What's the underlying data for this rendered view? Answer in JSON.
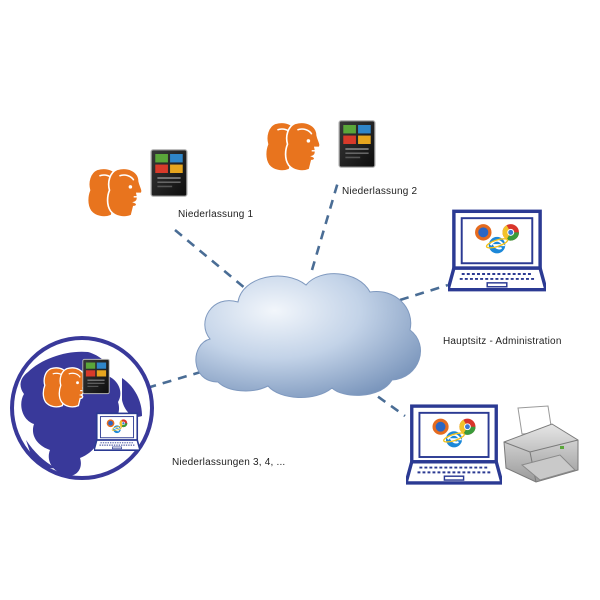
{
  "labels": {
    "branch_1": "Niederlassung 1",
    "branch_2": "Niederlassung 2",
    "headquarters": "Hauptsitz - Administration",
    "branches_more": "Niederlassungen 3, 4, ..."
  },
  "colors": {
    "connector": "#4a6d95",
    "person": "#e8741e",
    "laptop_frame": "#2b3a93",
    "globe": "#39399a",
    "cloud_light": "#eef3fa",
    "cloud_dark": "#7d97bd"
  },
  "icons": {
    "cloud": "cloud-icon",
    "people": "people-icon",
    "terminal": "touch-terminal-icon",
    "laptop": "laptop-icon",
    "globe": "globe-icon",
    "printer": "printer-icon"
  }
}
